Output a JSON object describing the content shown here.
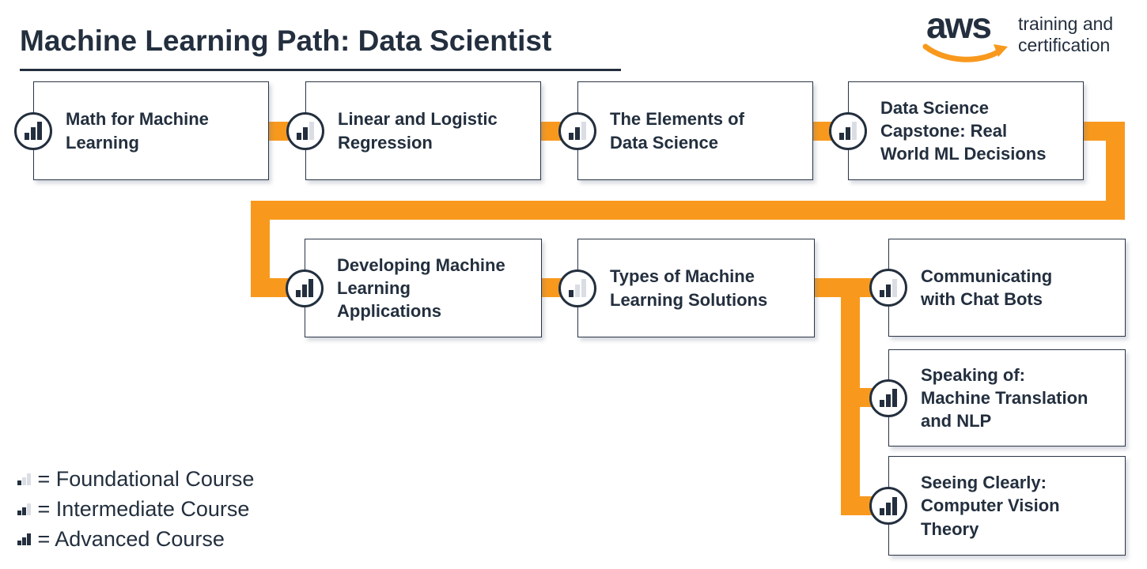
{
  "title": "Machine Learning Path: Data Scientist",
  "logo": {
    "wordmark": "aws",
    "tagline": "training and\ncertification"
  },
  "colors": {
    "navy": "#232F3E",
    "orange": "#F8991D",
    "muted_bar": "#DADEE4",
    "background": "#FFFFFF"
  },
  "courses": [
    {
      "title": "Math for Machine\nLearning",
      "level": "advanced"
    },
    {
      "title": "Linear and Logistic\nRegression",
      "level": "intermediate"
    },
    {
      "title": "The Elements of\nData Science",
      "level": "intermediate"
    },
    {
      "title": "Data Science\nCapstone: Real\nWorld ML Decisions",
      "level": "intermediate"
    },
    {
      "title": "Developing Machine\nLearning\nApplications",
      "level": "advanced"
    },
    {
      "title": "Types of Machine\nLearning Solutions",
      "level": "foundational"
    },
    {
      "title": "Communicating\nwith Chat Bots",
      "level": "intermediate"
    },
    {
      "title": "Speaking of:\nMachine Translation\nand NLP",
      "level": "advanced"
    },
    {
      "title": "Seeing Clearly:\nComputer Vision\nTheory",
      "level": "advanced"
    }
  ],
  "legend": [
    {
      "label": "= Foundational Course",
      "level": "foundational"
    },
    {
      "label": "= Intermediate Course",
      "level": "intermediate"
    },
    {
      "label": "= Advanced Course",
      "level": "advanced"
    }
  ]
}
